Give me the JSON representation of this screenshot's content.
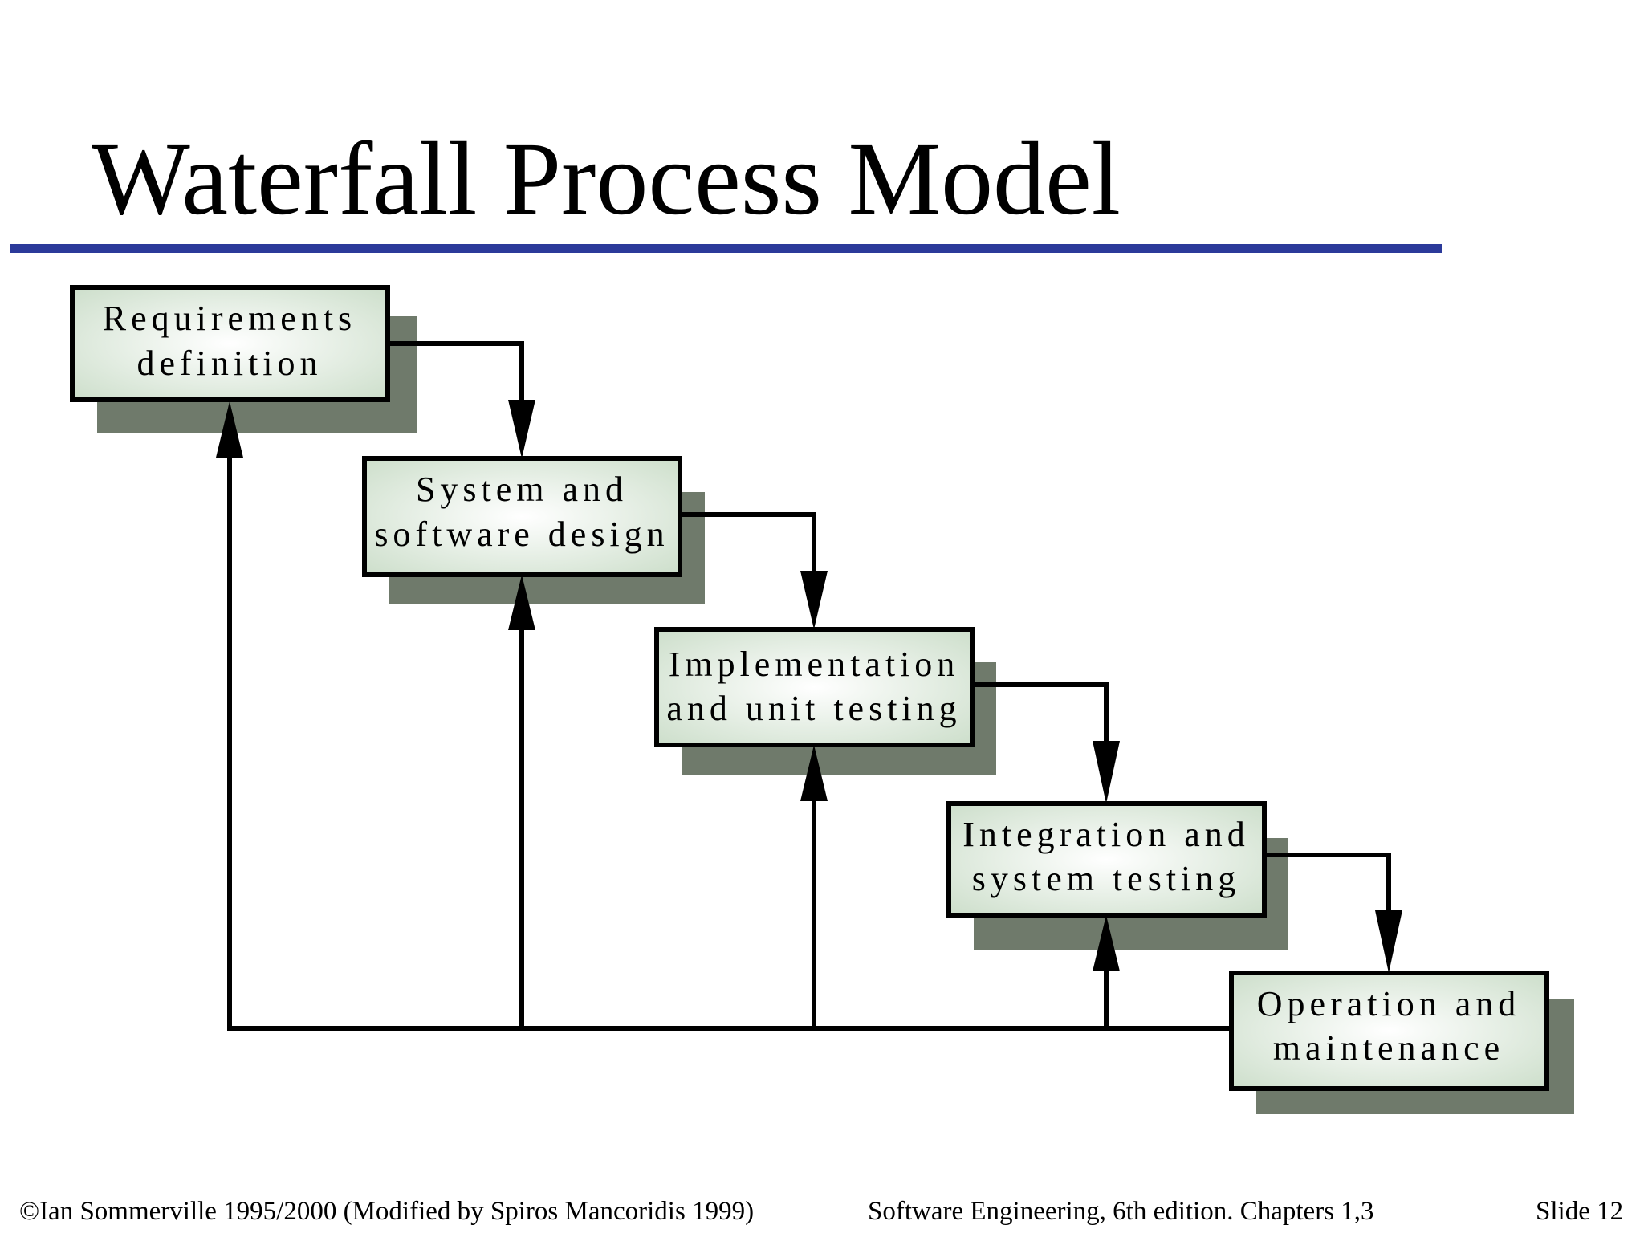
{
  "slide": {
    "title": "Waterfall Process Model"
  },
  "diagram": {
    "stages": [
      {
        "id": "requirements-definition",
        "lines": [
          "Requirements",
          "definition"
        ]
      },
      {
        "id": "system-and-software-design",
        "lines": [
          "System and",
          "software design"
        ]
      },
      {
        "id": "implementation-and-unit-testing",
        "lines": [
          "Implementation",
          "and unit testing"
        ]
      },
      {
        "id": "integration-and-system-testing",
        "lines": [
          "Integration and",
          "system testing"
        ]
      },
      {
        "id": "operation-and-maintenance",
        "lines": [
          "Operation and",
          "maintenance"
        ]
      }
    ],
    "colors": {
      "box_fill_light": "#ffffff",
      "box_fill_dark": "#c9dcc7",
      "shadow": "#6f7a6b",
      "rule": "#2b3a9a",
      "line": "#000000"
    }
  },
  "footer": {
    "copyright": "©Ian Sommerville 1995/2000 (Modified by Spiros Mancoridis 1999)",
    "book": "Software Engineering, 6th edition. Chapters 1,3",
    "slide_number": "Slide  12"
  }
}
